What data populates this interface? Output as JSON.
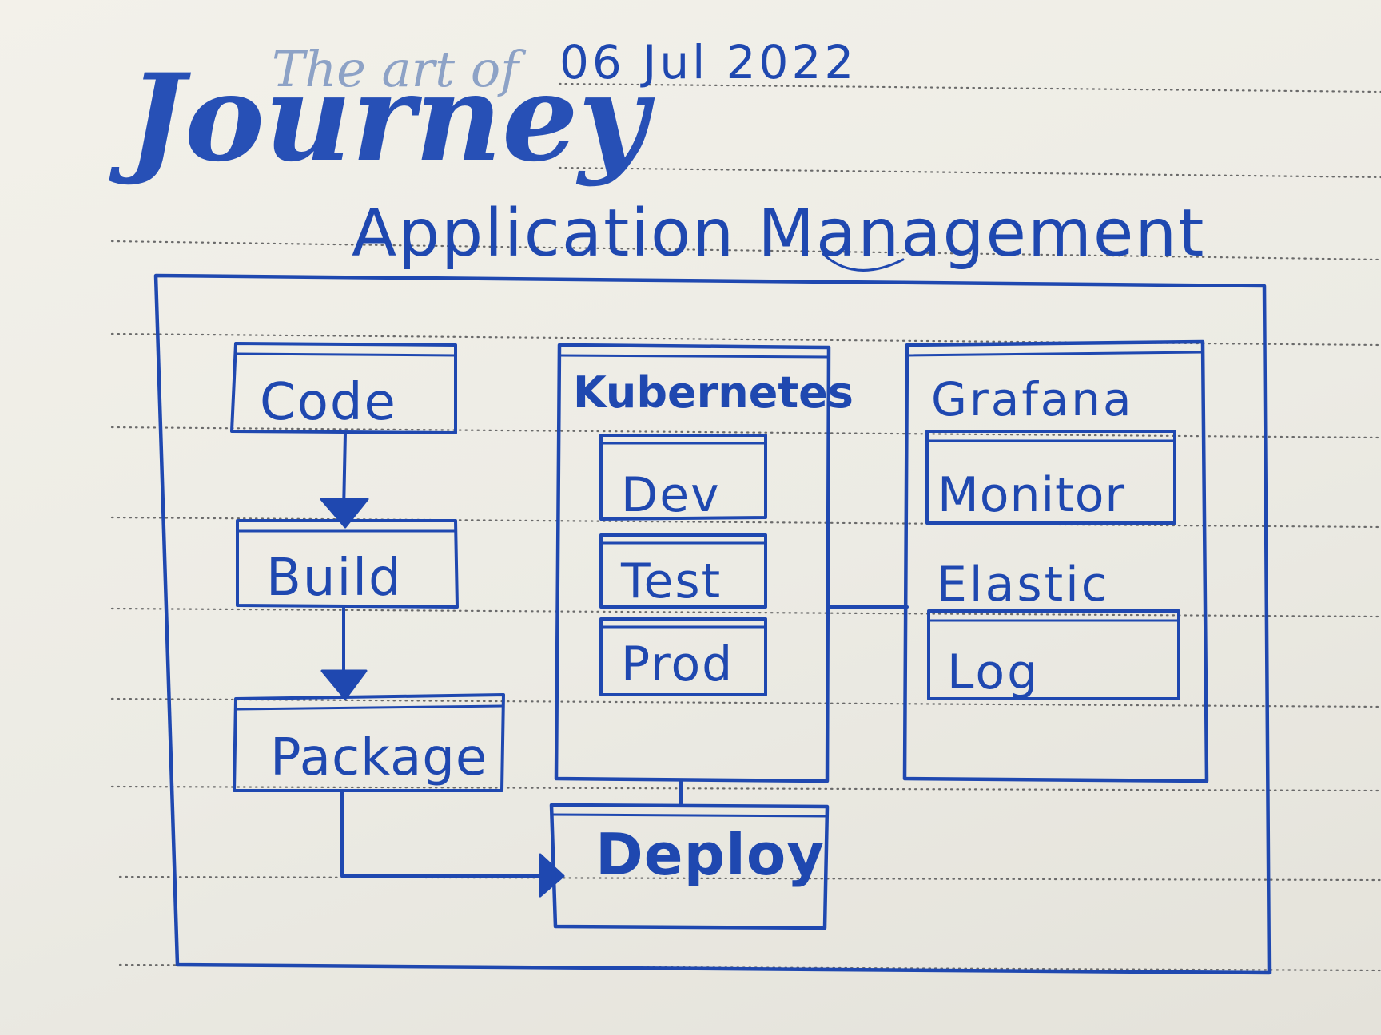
{
  "notebook": {
    "brand_small": "The art of",
    "brand_large": "Journey",
    "date": "06 Jul 2022"
  },
  "diagram": {
    "title": "Application Management",
    "pipeline": [
      "Code",
      "Build",
      "Package"
    ],
    "kubernetes": {
      "label": "Kubernetes",
      "environments": [
        "Dev",
        "Test",
        "Prod"
      ]
    },
    "observability": {
      "grafana_label": "Grafana",
      "grafana_box": "Monitor",
      "elastic_label": "Elastic",
      "elastic_box": "Log"
    },
    "deploy": "Deploy"
  },
  "colors": {
    "ink": "#1f48b0",
    "paper": "#efede6",
    "logo_faded": "#8da2c6"
  }
}
